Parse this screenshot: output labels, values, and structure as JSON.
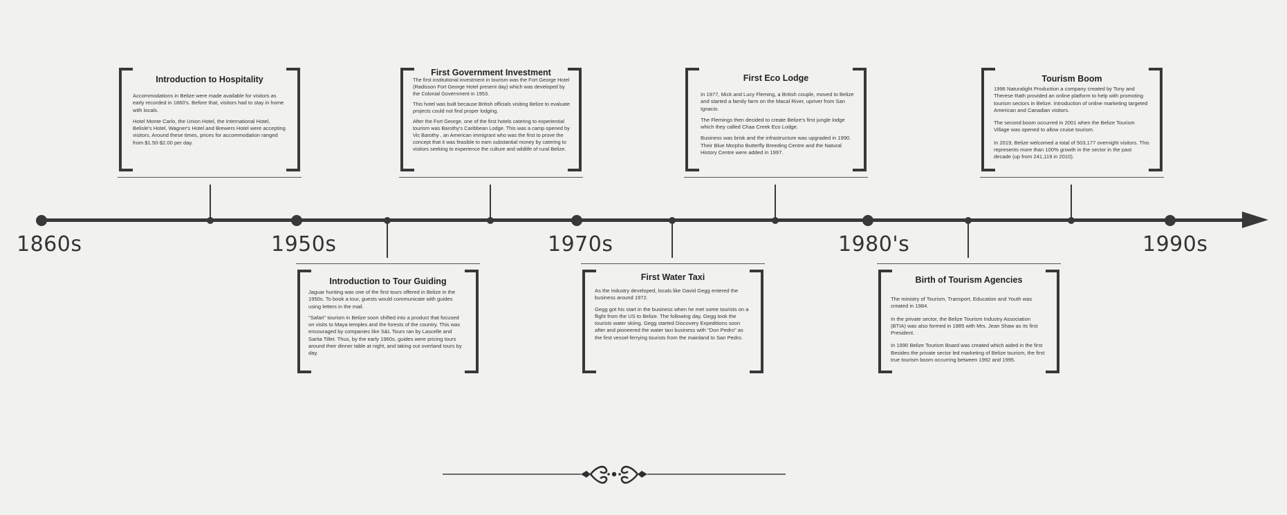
{
  "years": [
    "1860s",
    "1950s",
    "1970s",
    "1980's",
    "1990s"
  ],
  "events": [
    {
      "title": "Introduction to Hospitality",
      "paragraphs": [
        "Accommodations in Belize were made available for visitors as early recorded in 1860's. Before that, visitors had to stay in home with locals.",
        "Hotel Monte Carlo, the Union Hotel, the International Hotel, Belisle's Hotel, Wagner's Hotel and Brewers Hotel were accepting visitors. Around these times, prices for accommodation ranged from $1.50-$2.00 per day."
      ]
    },
    {
      "title": "Introduction to Tour Guiding",
      "paragraphs": [
        "Jaguar hunting was one of the first tours offered in Belize in the 1950s. To book a tour, guests would communicate with guides using letters in the mail.",
        "\"Safari\" tourism in Belize soon shifted into a product that focused on visits to Maya temples and the forests of the country. This was encouraged by companies like S&L Tours ran by Lascelle and Sarita Tillet. Thus, by the early 1960s, guides were pricing tours around their dinner table at night, and taking out overland tours by day."
      ]
    },
    {
      "title": "First Government Investment",
      "paragraphs": [
        "The first institutional investment in tourism was the Fort George Hotel (Radisson Fort George Hotel present day) which was developed by the Colonial Government in 1953.",
        "This hotel was built because British officials visiting Belize to evaluate projects could not find proper lodging.",
        "After the Fort George, one of the first hotels catering to experiential tourism was Barothy's Caribbean Lodge. This was a camp opened by Vic Barothy , an American immigrant who was the first to prove the concept that it was feasible to earn substantial money by catering to visitors seeking to experience the culture and wildlife of rural Belize."
      ]
    },
    {
      "title": "First Water Taxi",
      "paragraphs": [
        "As the industry developed, locals like David Gegg entered the business around 1972.",
        "Gegg got his start in the business when he met some tourists on a flight from the US to Belize. The following day, Gegg took the tourists water skiing. Gegg started Discovery Expeditions soon after and pioneered the water taxi business with \"Don Pedro\" as the first vessel ferrying tourists from the mainland to San Pedro."
      ]
    },
    {
      "title": "First Eco Lodge",
      "paragraphs": [
        "In 1977, Mick and Lucy Fleming, a British couple, moved to Belize and started a family farm on the Macal River, upriver from San Ignacio.",
        "The Flemings then decided to create Belize's first jungle lodge which they called Chaa Creek Eco Lodge.",
        "Business was brisk and the infrastructure was upgraded in 1990. Their Blue Morpho Butterfly Breeding Centre and the Natural History Centre were added in 1997."
      ]
    },
    {
      "title": "Birth of Tourism Agencies",
      "paragraphs": [
        "The ministry of Tourism, Transport, Education and Youth was created in 1984.",
        "In the private sector, the Belize Tourism Industry Association (BTIA) was also formed in 1985 with Mrs. Jean Shaw as its first President.",
        "In 1990 Belize Tourism Board was created which aided in the first Besides the private sector led marketing of Belize tourism, the first true tourism boom occurring between 1992 and 1995."
      ]
    },
    {
      "title": "Tourism Boom",
      "paragraphs": [
        "1996 Naturalight Production a company created by Tony and Therese Rath provided an online platform to help with promoting tourism sectors in Belize. Introduction of online marketing targeted American and Canadian visitors.",
        "The second boom occurred in 2001 when the Belize Tourism Village was opened to allow cruise tourism.",
        "In 2019, Belize welcomed a total of 503,177 overnight visitors. This represents more than 100% growth in the sector in the past decade (up from 241,119 in 2010)."
      ]
    }
  ]
}
